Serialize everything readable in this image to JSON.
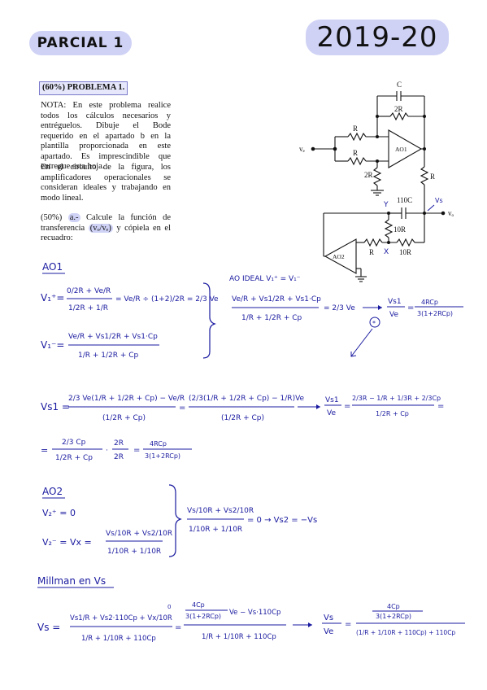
{
  "header": {
    "left_label": "PARCIAL 1",
    "right_label": "2019-20"
  },
  "problem": {
    "title": "(60%) PROBLEMA 1.",
    "note": "NOTA: En este problema realice todos los cálculos necesarios y entréguelos. Dibuje el Bode requerido en el apartado b en la plantilla proporcionada en este apartado. Es imprescindible que entregue esta hoja.",
    "circuit_description": "En el circuito de la figura, los amplificadores operacionales se consideran ideales y trabajando en modo lineal.",
    "question": {
      "weight": "(50%)",
      "item": "a.-",
      "text_before": "Calcule la función de transferencia",
      "highlight": "(vₒ/vₑ)",
      "text_after": "y cópiela en el recuadro:"
    }
  },
  "circuit": {
    "labels": {
      "c": "C",
      "r_2r_top": "2R",
      "r_in_top": "R",
      "r_in_bottom": "R",
      "r_ground": "2R",
      "r_out": "R",
      "c_110": "110C",
      "r_10_vertical": "10R",
      "r_ao2_in": "R",
      "r_ao2_fb": "10R",
      "ao1": "AO1",
      "ao2": "AO2",
      "ve": "vₑ",
      "vo": "vₒ",
      "node_y": "Y",
      "node_x": "X",
      "node_vs": "Vs"
    }
  },
  "handwritten": {
    "ao1_title": "AO1",
    "v1_plus_lhs": "V₁⁺=",
    "v1_minus_lhs": "V₁⁻=",
    "ao_ideal": "AO IDEAL  V₁⁺ = V₁⁻",
    "ao1_plus_num1": "0/2R + Ve/R",
    "ao1_plus_den1": "1/2R + 1/R",
    "ao1_plus_eq2": "= Ve/R ÷ (1+2)/2R = 2/3 Ve",
    "ao1_minus_num": "Ve/R + Vs1/2R + Vs1·Cp",
    "ao1_minus_den": "1/R + 1/2R + Cp",
    "ideal_num": "Ve/R + Vs1/2R + Vs1·Cp",
    "ideal_den": "1/R + 1/2R + Cp",
    "ideal_rhs": "= 2/3 Ve",
    "ratio1_num": "Vs1",
    "ratio1_den": "Ve",
    "ratio1_rhs_num": "4RCp",
    "ratio1_rhs_den": "3(1+2RCp)",
    "circled_mark": "*",
    "vs1_lhs": "Vs1 =",
    "vs1_num": "2/3 Ve(1/R + 1/2R + Cp) − Ve/R",
    "vs1_den": "(1/2R + Cp)",
    "vs1_num2": "(2/3(1/R + 1/2R + Cp) − 1/R)Ve",
    "vs1_den2": "(1/2R + Cp)",
    "ratio2_num": "Vs1",
    "ratio2_den": "Ve",
    "ratio2_rhs_num": "2/3R − 1/R + 1/3R + 2/3Cp",
    "ratio2_rhs_den": "1/2R + Cp",
    "line3_num1": "2/3 Cp",
    "line3_den1": "1/2R + Cp",
    "line3_mid_num": "2R",
    "line3_mid_den": "2R",
    "line3_rhs_num": "4RCp",
    "line3_rhs_den": "3(1+2RCp)",
    "ao2_title": "AO2",
    "v2_plus": "V₂⁺ = 0",
    "v2_minus_lhs": "V₂⁻ = Vx =",
    "v2_num": "Vs/10R + Vs2/10R",
    "v2_den": "1/10R + 1/10R",
    "ao2_rhs_num": "Vs/10R + Vs2/10R",
    "ao2_rhs_den": "1/10R + 1/10R",
    "ao2_result": "= 0 → Vs2 = −Vs",
    "millman_title": "Millman en Vs",
    "vs_lhs": "Vs =",
    "vs_num": "Vs1/R + Vs2·110Cp + Vx/10R",
    "vs_den": "1/R + 1/10R + 110Cp",
    "vs_sup": "0",
    "vs_mid_num_a": "4Cp",
    "vs_mid_num_b": "3(1+2RCp)",
    "vs_mid_num_c": "Ve − Vs·110Cp",
    "vs_mid_den": "1/R + 1/10R + 110Cp",
    "final_num": "Vs",
    "final_den": "Ve",
    "final_rhs_num_a": "4Cp",
    "final_rhs_num_b": "3(1+2RCp)",
    "final_rhs_den": "(1/R + 1/10R + 110Cp) + 110Cp"
  },
  "colors": {
    "ink": "#1a1aa0",
    "highlight": "#cfd2f5",
    "print": "#111111"
  }
}
